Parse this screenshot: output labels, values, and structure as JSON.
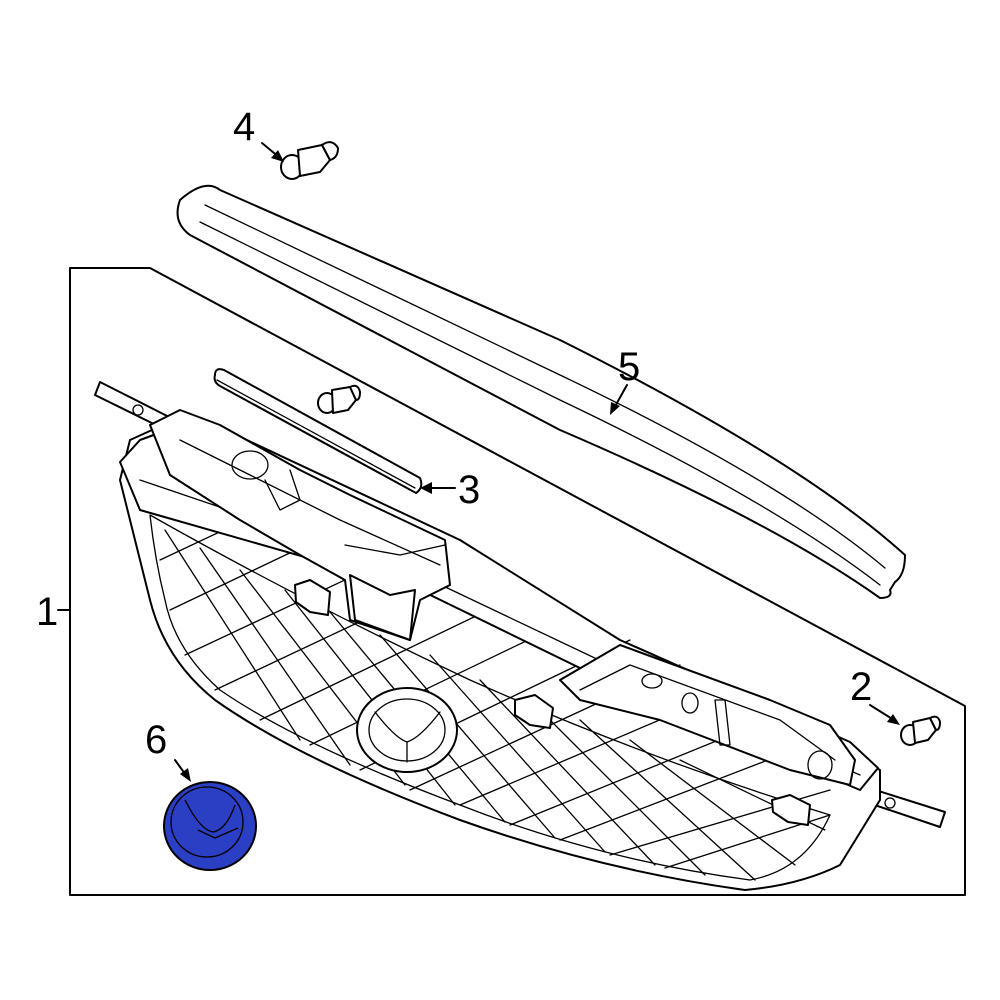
{
  "callouts": [
    {
      "id": "1",
      "label": "1"
    },
    {
      "id": "2",
      "label": "2"
    },
    {
      "id": "3",
      "label": "3"
    },
    {
      "id": "4",
      "label": "4"
    },
    {
      "id": "5",
      "label": "5"
    },
    {
      "id": "6",
      "label": "6"
    }
  ],
  "colors": {
    "line": "#000000",
    "background": "#ffffff",
    "highlight_fill": "#2a3fc4",
    "highlight_stroke": "#000000"
  },
  "highlighted_part": "6"
}
